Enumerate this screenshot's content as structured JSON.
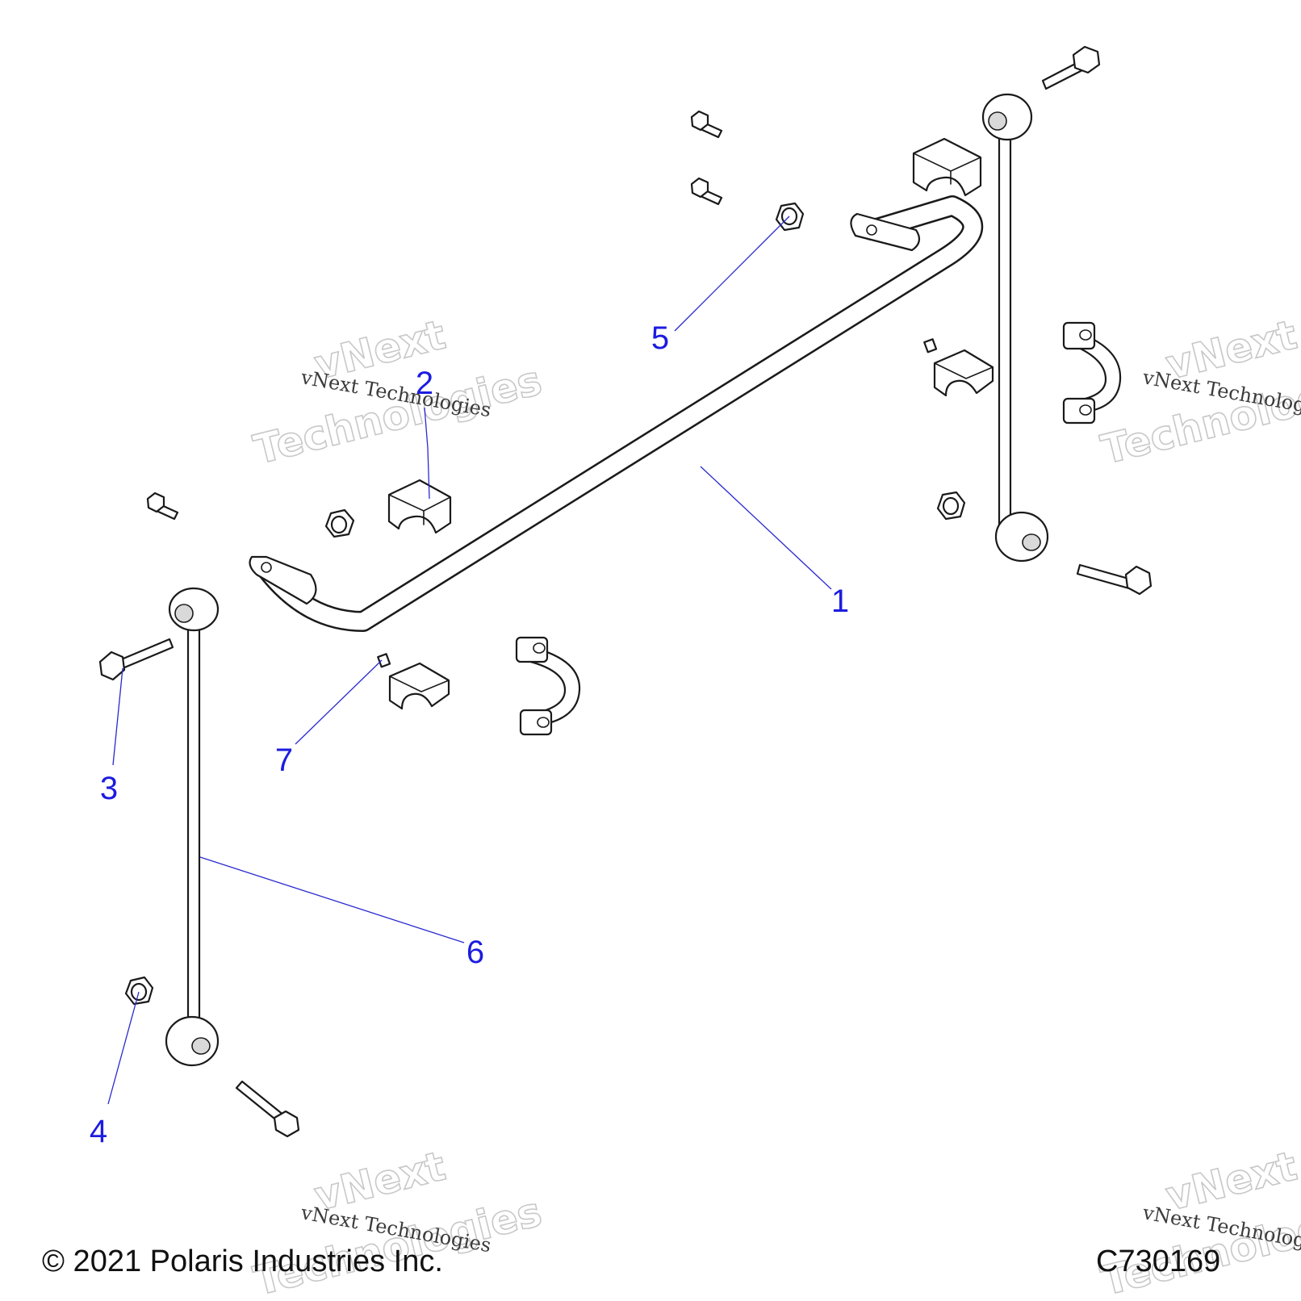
{
  "callouts": [
    {
      "id": "1",
      "label": "1"
    },
    {
      "id": "2",
      "label": "2"
    },
    {
      "id": "3",
      "label": "3"
    },
    {
      "id": "4",
      "label": "4"
    },
    {
      "id": "5",
      "label": "5"
    },
    {
      "id": "6",
      "label": "6"
    },
    {
      "id": "7",
      "label": "7"
    }
  ],
  "watermark": {
    "outline_top": "vNext",
    "outline_bottom": "Technologies",
    "line": "vNext Technologies"
  },
  "footer": {
    "copyright": "© 2021 Polaris Industries Inc.",
    "code": "C730169"
  },
  "colors": {
    "callout": "#1c1ce0",
    "leader": "#2a2ad0",
    "line_art": "#1a1a1a"
  }
}
